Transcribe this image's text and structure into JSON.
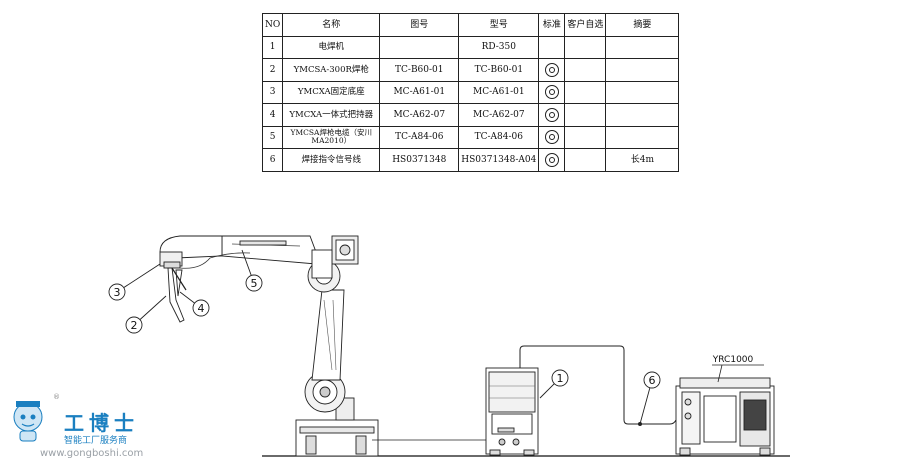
{
  "table": {
    "headers": [
      "NO",
      "名称",
      "图号",
      "型号",
      "标准",
      "客户自选",
      "摘要"
    ],
    "rows": [
      {
        "no": "1",
        "name": "电焊机",
        "drawing": "",
        "model": "RD-350",
        "standard": false,
        "custom": "",
        "note": ""
      },
      {
        "no": "2",
        "name": "YMCSA-300R焊枪",
        "drawing": "TC-B60-01",
        "model": "TC-B60-01",
        "standard": true,
        "custom": "",
        "note": ""
      },
      {
        "no": "3",
        "name": "YMCXA固定底座",
        "drawing": "MC-A61-01",
        "model": "MC-A61-01",
        "standard": true,
        "custom": "",
        "note": ""
      },
      {
        "no": "4",
        "name": "YMCXA一体式把持器",
        "drawing": "MC-A62-07",
        "model": "MC-A62-07",
        "standard": true,
        "custom": "",
        "note": ""
      },
      {
        "no": "5",
        "name": "YMCSA焊枪电缆（安川MA2010）",
        "drawing": "TC-A84-06",
        "model": "TC-A84-06",
        "standard": true,
        "custom": "",
        "note": ""
      },
      {
        "no": "6",
        "name": "焊接指令信号线",
        "drawing": "HS0371348",
        "model": "HS0371348-A04",
        "standard": true,
        "custom": "",
        "note": "长4m"
      }
    ]
  },
  "diagram": {
    "controller_label": "YRC1000",
    "callouts": [
      "1",
      "2",
      "3",
      "4",
      "5",
      "6"
    ]
  },
  "watermark": {
    "title": "工博士",
    "subtitle": "智能工厂服务商",
    "url": "www.gongboshi.com",
    "reg": "®",
    "color": "#1a7fc0"
  }
}
